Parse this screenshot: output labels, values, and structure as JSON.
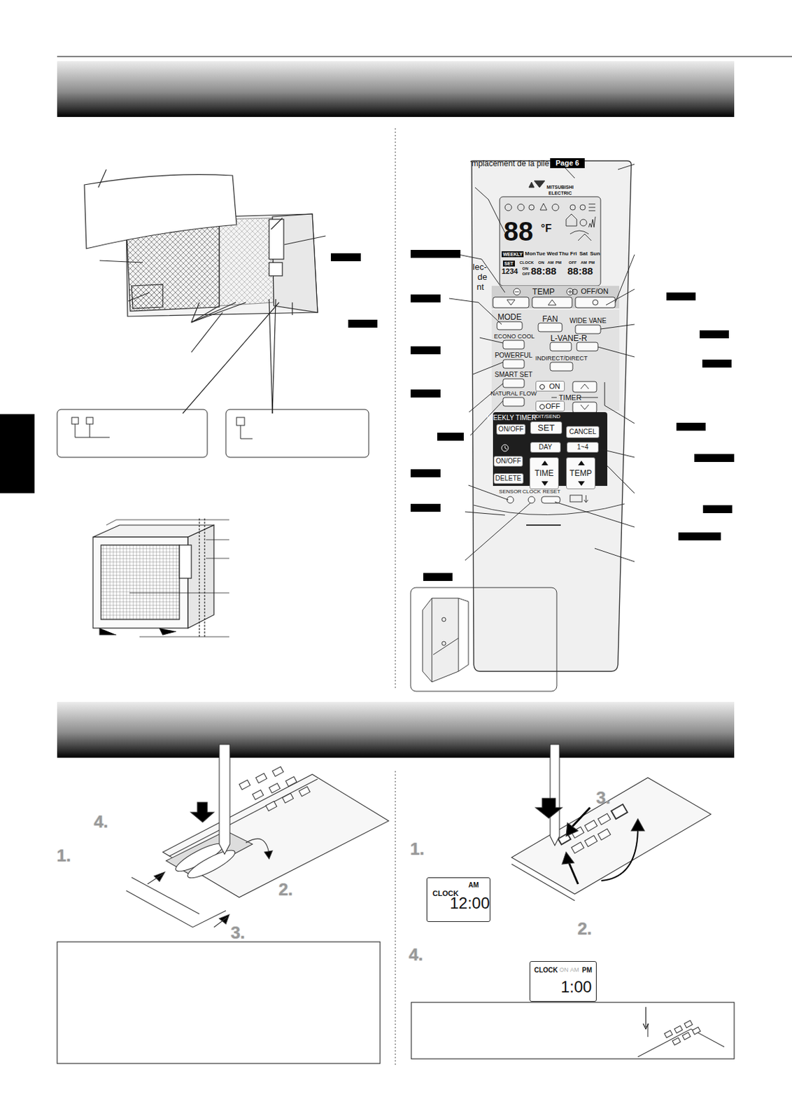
{
  "diagram": {
    "nodes": [
      {
        "text": [
          "88",
          "°F",
          "WEEKLY",
          "Mon",
          "Tue",
          "Wed",
          "Thu",
          "Fri",
          "Sat",
          "Sun",
          "SET",
          "CLOCK",
          "ON",
          "AM",
          "PM",
          "OFF",
          "AM",
          "PM",
          "1234",
          "ON",
          "OFF",
          "88:88",
          "88:88"
        ]
      },
      {
        "text": [
          "ON/OFF"
        ]
      },
      {
        "text": [
          "EDIT/SEND",
          "SET"
        ]
      },
      {
        "text": [
          "CANCEL"
        ]
      },
      {
        "text": [
          "DAY"
        ]
      },
      {
        "text": [
          "1~4"
        ]
      },
      {
        "text": [
          "ON/OFF"
        ]
      },
      {
        "text": [
          "DELETE"
        ]
      },
      {
        "text": [
          "TIME"
        ]
      },
      {
        "text": [
          "TEMP"
        ]
      },
      {
        "text": [
          "ON"
        ]
      },
      {
        "text": [
          "OFF"
        ]
      },
      {
        "text": [
          "CLOCK",
          "AM",
          "12:00"
        ]
      },
      {
        "text": [
          "CLOCK",
          "ON",
          "AM",
          "PM",
          "1:00"
        ]
      },
      {
        "text": [
          "Page 6"
        ]
      }
    ],
    "labels": [
      "mplacement de la pile",
      "lec-",
      "de",
      "nt",
      "TEMP",
      "OFF/ON",
      "MODE",
      "FAN",
      "WIDE VANE",
      "ECONO COOL",
      "L-VANE-R",
      "POWERFUL",
      "INDIRECT/DIRECT",
      "SMART SET",
      "TIMER",
      "NATURAL FLOW",
      "WEEKLY TIMER",
      "SENSOR",
      "CLOCK",
      "RESET",
      "MITSUBISHI",
      "ELECTRIC",
      "4.",
      "1.",
      "2.",
      "3.",
      "1.",
      "3.",
      "2.",
      "4."
    ]
  }
}
